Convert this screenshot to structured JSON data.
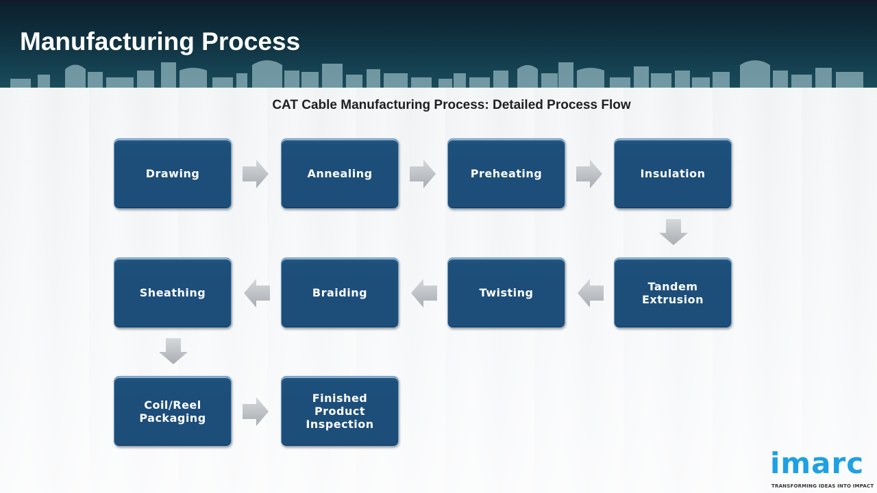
{
  "header": {
    "title": "Manufacturing Process"
  },
  "diagram": {
    "title": "CAT Cable Manufacturing Process: Detailed Process Flow",
    "steps": [
      {
        "label": "Drawing"
      },
      {
        "label": "Annealing"
      },
      {
        "label": "Preheating"
      },
      {
        "label": "Insulation"
      },
      {
        "label": "Tandem\nExtrusion"
      },
      {
        "label": "Twisting"
      },
      {
        "label": "Braiding"
      },
      {
        "label": "Sheathing"
      },
      {
        "label": "Coil/Reel\nPackaging"
      },
      {
        "label": "Finished\nProduct\nInspection"
      }
    ],
    "flow": [
      {
        "from": "Drawing",
        "to": "Annealing",
        "direction": "right"
      },
      {
        "from": "Annealing",
        "to": "Preheating",
        "direction": "right"
      },
      {
        "from": "Preheating",
        "to": "Insulation",
        "direction": "right"
      },
      {
        "from": "Insulation",
        "to": "Tandem Extrusion",
        "direction": "down"
      },
      {
        "from": "Tandem Extrusion",
        "to": "Twisting",
        "direction": "left"
      },
      {
        "from": "Twisting",
        "to": "Braiding",
        "direction": "left"
      },
      {
        "from": "Braiding",
        "to": "Sheathing",
        "direction": "left"
      },
      {
        "from": "Sheathing",
        "to": "Coil/Reel Packaging",
        "direction": "down"
      },
      {
        "from": "Coil/Reel Packaging",
        "to": "Finished Product Inspection",
        "direction": "right"
      }
    ],
    "colors": {
      "box_fill": "#1d4d79",
      "arrow_fill": "#b8bcc0"
    }
  },
  "logo": {
    "name": "imarc",
    "tagline": "TRANSFORMING IDEAS INTO IMPACT",
    "color": "#1ea1e3"
  }
}
